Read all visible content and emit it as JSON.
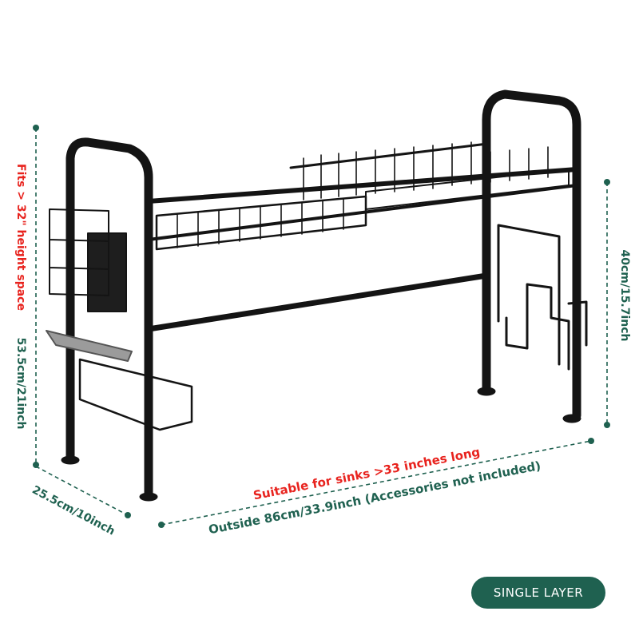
{
  "annotations": {
    "height_space": "Fits > 32\" height space",
    "total_height": "53.5cm/21inch",
    "rack_height": "40cm/15.7inch",
    "depth": "25.5cm/10inch",
    "sink_fit": "Suitable for sinks >33 inches long",
    "outside_width": "Outside 86cm/33.9inch (Accessories not included)"
  },
  "badge": {
    "label": "SINGLE LAYER"
  },
  "colors": {
    "accent_green": "#1f6150",
    "warning_red": "#e8231e",
    "rack_black": "#141414",
    "badge_bg": "#1f6150"
  }
}
